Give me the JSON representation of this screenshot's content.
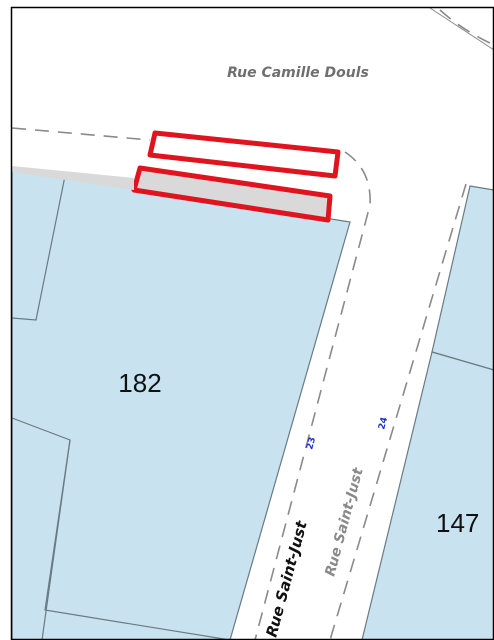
{
  "streets": {
    "camille_douls": "Rue Camille Douls",
    "saint_just_bold": "Rue Saint-Just",
    "saint_just_light": "Rue Saint-Just"
  },
  "parcels": {
    "left_main": "182",
    "right_lower": "147"
  },
  "address_numbers": {
    "left_side": "23",
    "right_side": "24"
  },
  "colors": {
    "parcel_fill": "#c8e3ef",
    "parcel_stroke": "#6a7a82",
    "road_fill": "#ffffff",
    "kerb_dash": "#8a8a8a",
    "highlight_red": "#e0141e",
    "highlight_fill": "#d9d9d9",
    "address_blue": "#2233cc",
    "label_gray": "#6f6f6f"
  }
}
